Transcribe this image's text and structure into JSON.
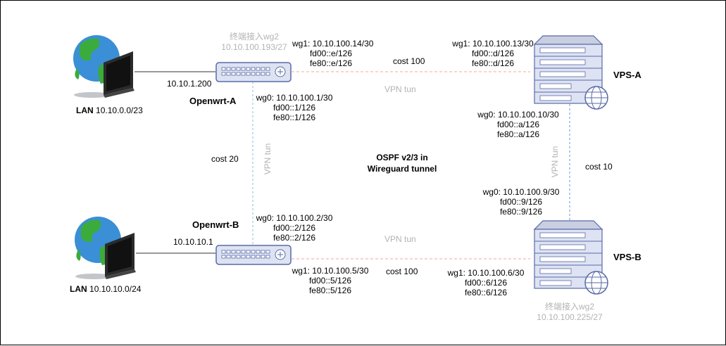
{
  "labels": {
    "openwrt_a_name": "Openwrt-A",
    "openwrt_b_name": "Openwrt-B",
    "vps_a_name": "VPS-A",
    "vps_b_name": "VPS-B",
    "lan_a": "LAN 10.10.0.0/23",
    "lan_b": "LAN 10.10.10.0/24",
    "lan_a_gw": "10.10.1.200",
    "lan_b_gw": "10.10.10.1",
    "term_a_title": "终端接入wg2",
    "term_a_ip": "10.10.100.193/27",
    "term_b_title": "终端接入wg2",
    "term_b_ip": "10.10.100.225/27",
    "center_title_1": "OSPF v2/3 in",
    "center_title_2": "Wireguard tunnel",
    "vpn_tun": "VPN tun",
    "cost_top": "cost 100",
    "cost_bottom": "cost 100",
    "cost_left": "cost 20",
    "cost_right": "cost 10"
  },
  "interfaces": {
    "owa_wg1": [
      "wg1: 10.10.100.14/30",
      "fd00::e/126",
      "fe80::e/126"
    ],
    "owa_wg0": [
      "wg0: 10.10.100.1/30",
      "fd00::1/126",
      "fe80::1/126"
    ],
    "owb_wg0": [
      "wg0: 10.10.100.2/30",
      "fd00::2/126",
      "fe80::2/126"
    ],
    "owb_wg1": [
      "wg1: 10.10.100.5/30",
      "fd00::5/126",
      "fe80::5/126"
    ],
    "vpsa_wg1": [
      "wg1: 10.10.100.13/30",
      "fd00::d/126",
      "fe80::d/126"
    ],
    "vpsa_wg0": [
      "wg0: 10.10.100.10/30",
      "fd00::a/126",
      "fe80::a/126"
    ],
    "vpsb_wg0": [
      "wg0: 10.10.100.9/30",
      "fd00::9/126",
      "fe80::9/126"
    ],
    "vpsb_wg1": [
      "wg1: 10.10.100.6/30",
      "fd00::6/126",
      "fe80::6/126"
    ]
  },
  "colors": {
    "tunnel_horizontal": "#f4a7a0",
    "tunnel_vertical": "#7fbfe8",
    "device_body": "#dde3f2",
    "device_stroke": "#5a6aa8",
    "muted_text": "#b3b3b3"
  },
  "icons": {
    "lan_host": "globe-monitor-icon",
    "router": "router-icon",
    "server": "server-globe-icon"
  }
}
